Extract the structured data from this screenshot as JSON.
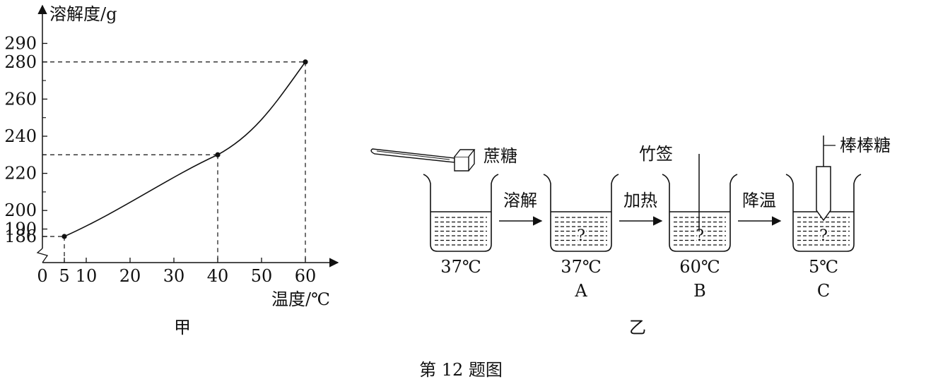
{
  "figure_caption": "第 12 题图",
  "panel_jia": {
    "label": "甲",
    "chart_data": {
      "type": "line",
      "ylabel": "溶解度/g",
      "xlabel": "温度/℃",
      "x_ticks": [
        "0",
        "5",
        "10",
        "20",
        "30",
        "40",
        "50",
        "60"
      ],
      "y_ticks": [
        "186",
        "190",
        "200",
        "220",
        "240",
        "260",
        "280",
        "290"
      ],
      "x_values": [
        0,
        5,
        10,
        20,
        30,
        40,
        50,
        60
      ],
      "y_values": [
        186,
        190,
        200,
        220,
        240,
        260,
        280,
        290
      ],
      "curve": {
        "x": [
          5,
          40,
          60
        ],
        "y": [
          186,
          230,
          280
        ]
      },
      "marked_points": [
        {
          "x": 5,
          "y": 186
        },
        {
          "x": 40,
          "y": 230
        },
        {
          "x": 60,
          "y": 280
        }
      ],
      "y_axis_break": true,
      "colors": {
        "line": "#111111"
      }
    }
  },
  "panel_yi": {
    "label": "乙",
    "sugar_label": "蔗糖",
    "stick_label": "竹签",
    "lollipop_label": "棒棒糖",
    "question_mark": "?",
    "beakers": [
      {
        "temp": "37℃",
        "letter": ""
      },
      {
        "temp": "37℃",
        "letter": "A"
      },
      {
        "temp": "60℃",
        "letter": "B"
      },
      {
        "temp": "5℃",
        "letter": "C"
      }
    ],
    "steps": [
      "溶解",
      "加热",
      "降温"
    ]
  }
}
